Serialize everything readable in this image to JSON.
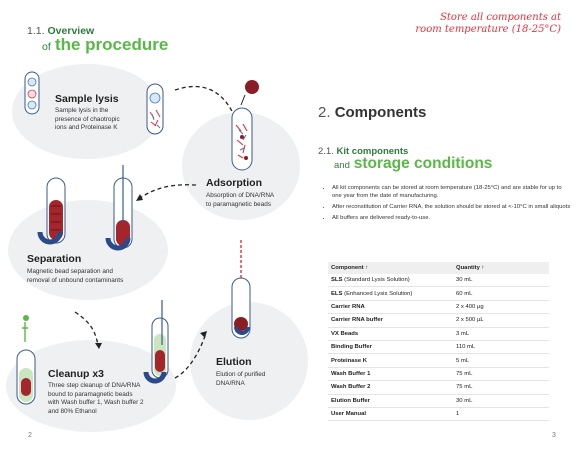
{
  "left_page": {
    "section_number": "1.1.",
    "title_line1": "Overview",
    "title_of": "of",
    "title_line2": "the procedure",
    "steps": [
      {
        "title": "Sample lysis",
        "text_lines": [
          "Sample lysis in the",
          "presence of chaotropic",
          "ions and Proteinase K"
        ]
      },
      {
        "title": "Adsorption",
        "text_lines": [
          "Absorption of DNA/RNA",
          "to paramagnetic beads"
        ]
      },
      {
        "title": "Separation",
        "text_lines": [
          "Magnetic bead separation and",
          "removal of unbound contaminants"
        ]
      },
      {
        "title": "Cleanup x3",
        "text_lines": [
          "Three step cleanup of DNA/RNA",
          "bound to paramagnetic beads",
          "with Wash buffer 1, Wash buffer 2",
          "and 80% Ethanol"
        ]
      },
      {
        "title": "Elution",
        "text_lines": [
          "Elution of purified",
          "DNA/RNA"
        ]
      }
    ],
    "page_number": "2"
  },
  "right_page": {
    "storage_note_line1": "Store all components at",
    "storage_note_line2": "room temperature (18-25°C)",
    "section_number": "2.",
    "section_title": "Components",
    "sub_number": "2.1.",
    "sub_title_line1": "Kit components",
    "sub_title_and": "and",
    "sub_title_line2": "storage conditions",
    "bullets": [
      "All kit components can be stored at room temperature (18-25°C) and are stable for up to one year from the date of manufacturing.",
      "After reconstitution of Carrier RNA, the solution should be stored at <-10°C in small aliquots",
      "All buffers are delivered ready-to-use."
    ],
    "table": {
      "headers": [
        "Component ↑",
        "Quantity ↑"
      ],
      "rows": [
        {
          "bold": "SLS",
          "rest": " (Standard Lysis Solution)",
          "qty": "30 mL"
        },
        {
          "bold": "ELS",
          "rest": " (Enhanced Lysis Solution)",
          "qty": "60 mL"
        },
        {
          "bold": "Carrier RNA",
          "rest": "",
          "qty": "2 x 400 µg"
        },
        {
          "bold": "Carrier RNA buffer",
          "rest": "",
          "qty": "2 x 500 µL"
        },
        {
          "bold": "VX Beads",
          "rest": "",
          "qty": "3 mL"
        },
        {
          "bold": "Binding Buffer",
          "rest": "",
          "qty": "110 mL"
        },
        {
          "bold": "Proteinase K",
          "rest": "",
          "qty": "5 mL"
        },
        {
          "bold": "Wash Buffer 1",
          "rest": "",
          "qty": "75 mL"
        },
        {
          "bold": "Wash Buffer 2",
          "rest": "",
          "qty": "75 mL"
        },
        {
          "bold": "Elution Buffer",
          "rest": "",
          "qty": "30 mL"
        },
        {
          "bold": "User Manual",
          "rest": "",
          "qty": "1"
        }
      ]
    },
    "page_number": "3"
  },
  "colors": {
    "green_dark": "#2e7d3c",
    "green_light": "#58b947",
    "red": "#e8303a",
    "bead": "#8b1e24",
    "blob": "#eef0f1"
  }
}
